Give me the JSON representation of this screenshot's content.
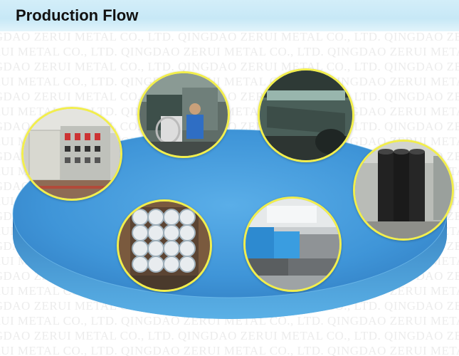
{
  "header": {
    "title": "Production Flow"
  },
  "watermark": {
    "text": "QINGDAO ZERUI METAL CO., LTD."
  },
  "colors": {
    "platform": "#3f95d8",
    "platform_edge": "#2a6fb0",
    "photo_border": "#f2ee4c",
    "header_bg": "#c7e8f6"
  },
  "photos": [
    {
      "subject": "control-cabinet"
    },
    {
      "subject": "worker-at-machine"
    },
    {
      "subject": "rubber-sheet-rolling"
    },
    {
      "subject": "rubber-roll-stack"
    },
    {
      "subject": "container-loading"
    },
    {
      "subject": "warehouse-stock"
    }
  ]
}
